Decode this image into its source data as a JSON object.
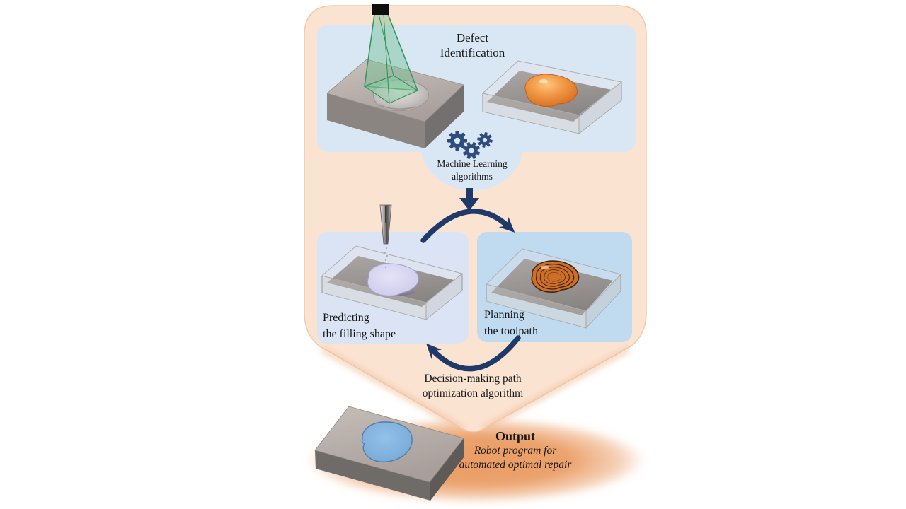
{
  "diagram": {
    "top_panel": {
      "title_line1": "Defect",
      "title_line2": "Identification"
    },
    "ml_bubble": {
      "line1": "Machine Learning",
      "line2": "algorithms"
    },
    "predict_panel": {
      "line1": "Predicting",
      "line2": "the filling shape"
    },
    "toolpath_panel": {
      "line1": "Planning",
      "line2": "the toolpath"
    },
    "decision_label": {
      "line1": "Decision-making path",
      "line2": "optimization algorithm"
    },
    "output": {
      "title": "Output",
      "subtitle_line1": "Robot program for",
      "subtitle_line2": "automated optimal repair"
    },
    "colors": {
      "funnel_peach": "#fbe3d2",
      "panel_blue": "#d9e6f4",
      "panel_blue_left": "#dae4f4",
      "panel_blue_right": "#c0daf0",
      "arrow_navy": "#1f3a68",
      "gear_navy": "#2e4d7e",
      "defect_orange": "#e8873a",
      "glow_orange": "#ea9a60",
      "filling_lavender": "#d9d6f1",
      "repair_blue": "#86b8e2",
      "scan_green": "#35945c"
    }
  }
}
